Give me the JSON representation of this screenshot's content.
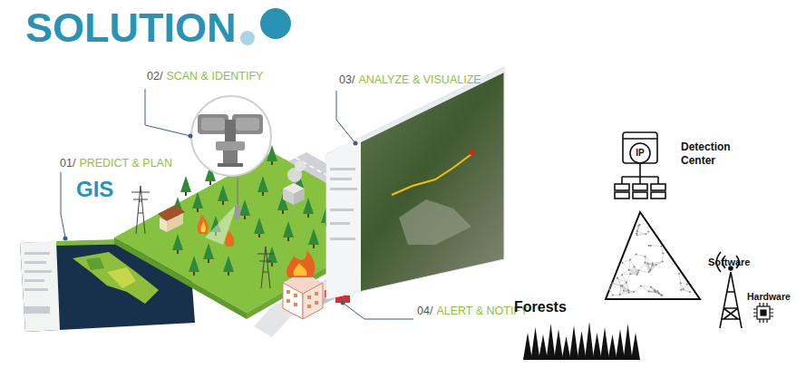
{
  "diagram": {
    "title": "SOLUTION",
    "labels": [
      "01/",
      "PREDICT & PLAN",
      "GIS",
      "02/",
      "SCAN & IDENTIFY",
      "03/",
      "ANALYZE & VISUALIZE",
      "04/",
      "ALERT & NOTIFY",
      "IP",
      "Detection Center",
      "Software",
      "Hardware",
      "Forests"
    ]
  }
}
